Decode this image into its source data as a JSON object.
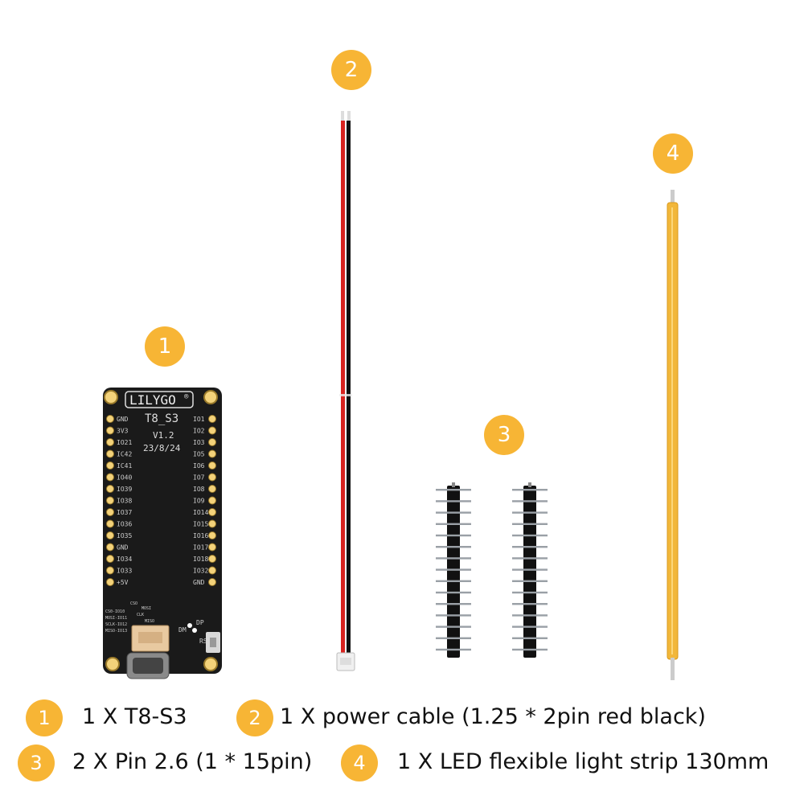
{
  "board": {
    "brand": "LILYGO",
    "reg": "®",
    "model": "T8_S3",
    "version": "V1.2",
    "date": "23/8/24",
    "left_pins": [
      "GND",
      "3V3",
      "IO21",
      "IC42",
      "IC41",
      "IO40",
      "IO39",
      "IO38",
      "IO37",
      "IO36",
      "IO35",
      "GND",
      "IO34",
      "IO33",
      "+5V"
    ],
    "right_pins": [
      "IO1",
      "IO2",
      "IO3",
      "IO5",
      "IO6",
      "IO7",
      "IO8",
      "IO9",
      "IO14",
      "IO15",
      "IO16",
      "IO17",
      "IO18",
      "IO32",
      "GND"
    ],
    "sd_labels": [
      "CS0-IO10",
      "MOSI-IO11",
      "SCLK-IO12",
      "MISO-IO13"
    ],
    "misc_labels": [
      "CSO",
      "MOSI",
      "CLK",
      "MISO",
      "DP",
      "DM",
      "RST"
    ]
  },
  "badges": {
    "b1": "1",
    "b2": "2",
    "b3": "3",
    "b4": "4"
  },
  "captions": [
    {
      "num": "1",
      "text": "1 X T8-S3"
    },
    {
      "num": "2",
      "text": "1 X power cable (1.25 * 2pin red black)"
    },
    {
      "num": "3",
      "text": "2 X Pin 2.6 (1 * 15pin)"
    },
    {
      "num": "4",
      "text": "1 X LED flexible light strip 130mm"
    }
  ],
  "colors": {
    "badge": "#f7b535",
    "board": "#1a1a1a",
    "wire_red": "#d8231f",
    "wire_black": "#111111",
    "led_strip": "#f2b73a"
  }
}
